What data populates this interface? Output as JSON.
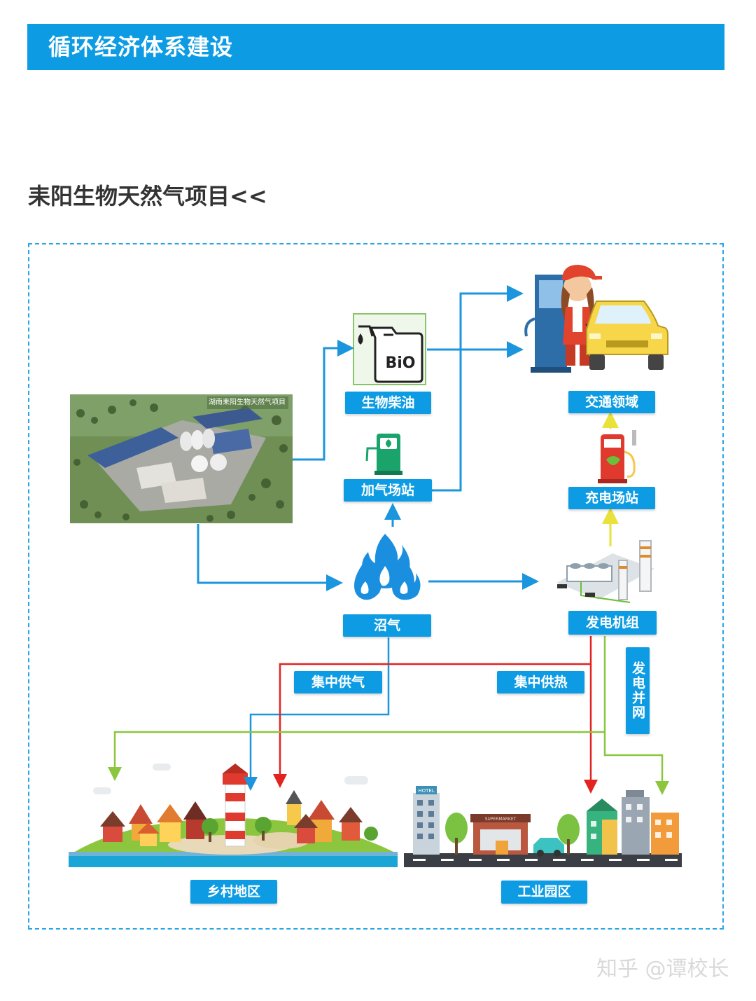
{
  "header": {
    "title": "循环经济体系建设"
  },
  "subtitle": "耒阳生物天然气项目<<",
  "photo": {
    "caption": "湖南耒阳生物天然气项目"
  },
  "biodiesel": {
    "can_text": "BiO",
    "label": "生物柴油"
  },
  "nodes": {
    "gas_station": "加气场站",
    "biogas": "沼气",
    "transport": "交通领域",
    "charging": "充电场站",
    "generator": "发电机组",
    "rural": "乡村地区",
    "industrial": "工业园区"
  },
  "flows": {
    "central_gas": "集中供气",
    "central_heat": "集中供热",
    "grid": "发电并网"
  },
  "scene": {
    "hotel": "HOTEL",
    "supermarket": "SUPERMARKET"
  },
  "watermark": "知乎 @谭校长",
  "colors": {
    "brand_blue": "#0d9ce3",
    "gas_line": "#1b95dd",
    "heat_line": "#e32320",
    "power_line": "#8cc63f",
    "charge_arrow": "#e8e23a"
  }
}
